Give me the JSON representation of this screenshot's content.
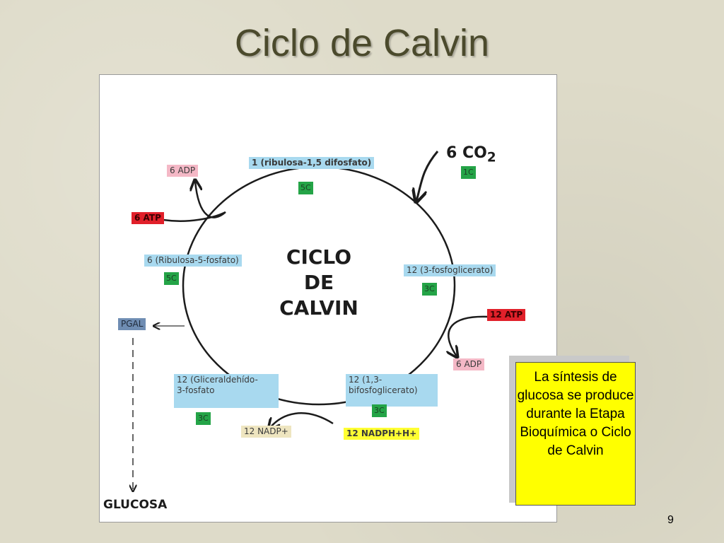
{
  "slide": {
    "title": "Ciclo de Calvin",
    "page_number": "9",
    "note": "La síntesis de glucosa se produce durante la Etapa Bioquímica o Ciclo de Calvin"
  },
  "diagram": {
    "center_title_lines": [
      "CICLO",
      "DE",
      "CALVIN"
    ],
    "co2_label": "6 CO",
    "co2_subscript": "2",
    "co2_carbons": "1C",
    "ribulosa_difosfato": "1 (ribulosa-1,5 difosfato)",
    "ribulosa_difosfato_carbons": "5C",
    "fosfoglicerato": "12 (3-fosfoglicerato)",
    "fosfoglicerato_carbons": "3C",
    "bifosfoglicerato_line1": "12 (1,3-",
    "bifosfoglicerato_line2": "bifosfoglicerato)",
    "bifosfoglicerato_carbons": "3C",
    "gliceraldehido_line1": "12 (Gliceraldehído-",
    "gliceraldehido_line2": "3-fosfato",
    "gliceraldehido_carbons": "3C",
    "ribulosa_fosfato": "6 (Ribulosa-5-fosfato)",
    "ribulosa_fosfato_carbons": "5C",
    "atp_12": "12 ATP",
    "adp_6_right": "6 ADP",
    "atp_6": "6 ATP",
    "adp_6_left": "6 ADP",
    "nadph": "12 NADPH+H+",
    "nadp": "12 NADP+",
    "pgal": "PGAL",
    "glucosa": "GLUCOSA"
  }
}
